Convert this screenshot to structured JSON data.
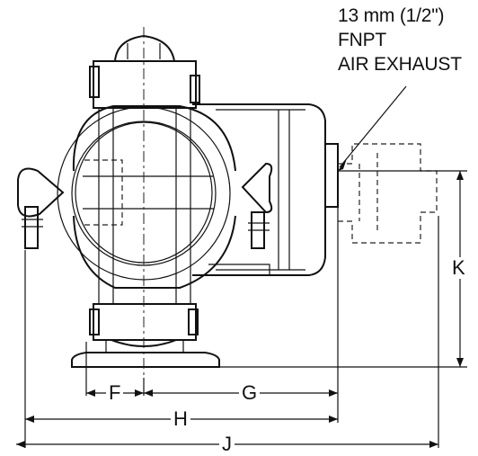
{
  "callout": {
    "line1": "13 mm (1/2\")",
    "line2": "FNPT",
    "line3": "AIR EXHAUST"
  },
  "dimensions": {
    "f": "F",
    "g": "G",
    "h": "H",
    "j": "J",
    "k": "K"
  }
}
